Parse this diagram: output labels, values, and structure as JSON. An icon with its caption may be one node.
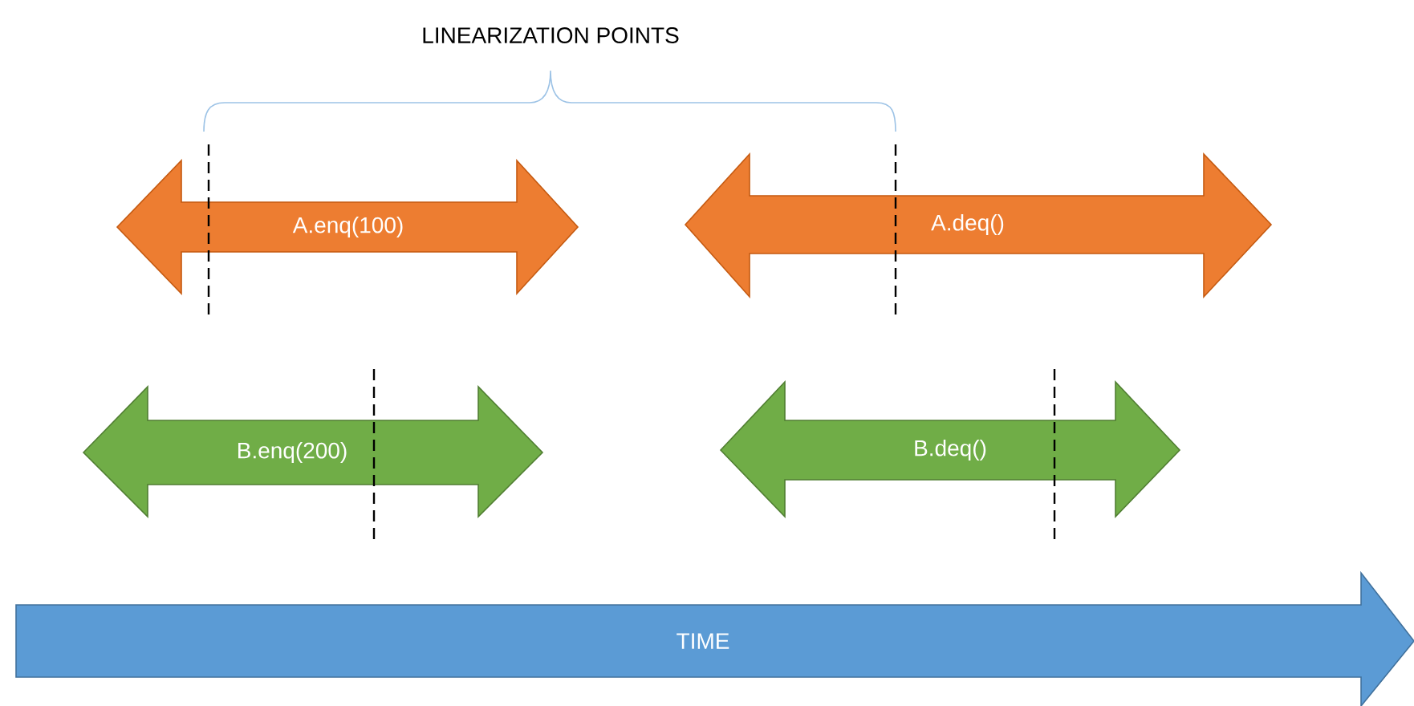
{
  "diagram": {
    "nodes": [
      {
        "text": [
          "A.enq(100)"
        ]
      },
      {
        "text": [
          "A.deq()"
        ]
      },
      {
        "text": [
          "B.enq(200)"
        ]
      },
      {
        "text": [
          "B.deq()"
        ]
      },
      {
        "text": [
          "TIME"
        ]
      }
    ],
    "labels": [
      "LINEARIZATION POINTS"
    ]
  }
}
